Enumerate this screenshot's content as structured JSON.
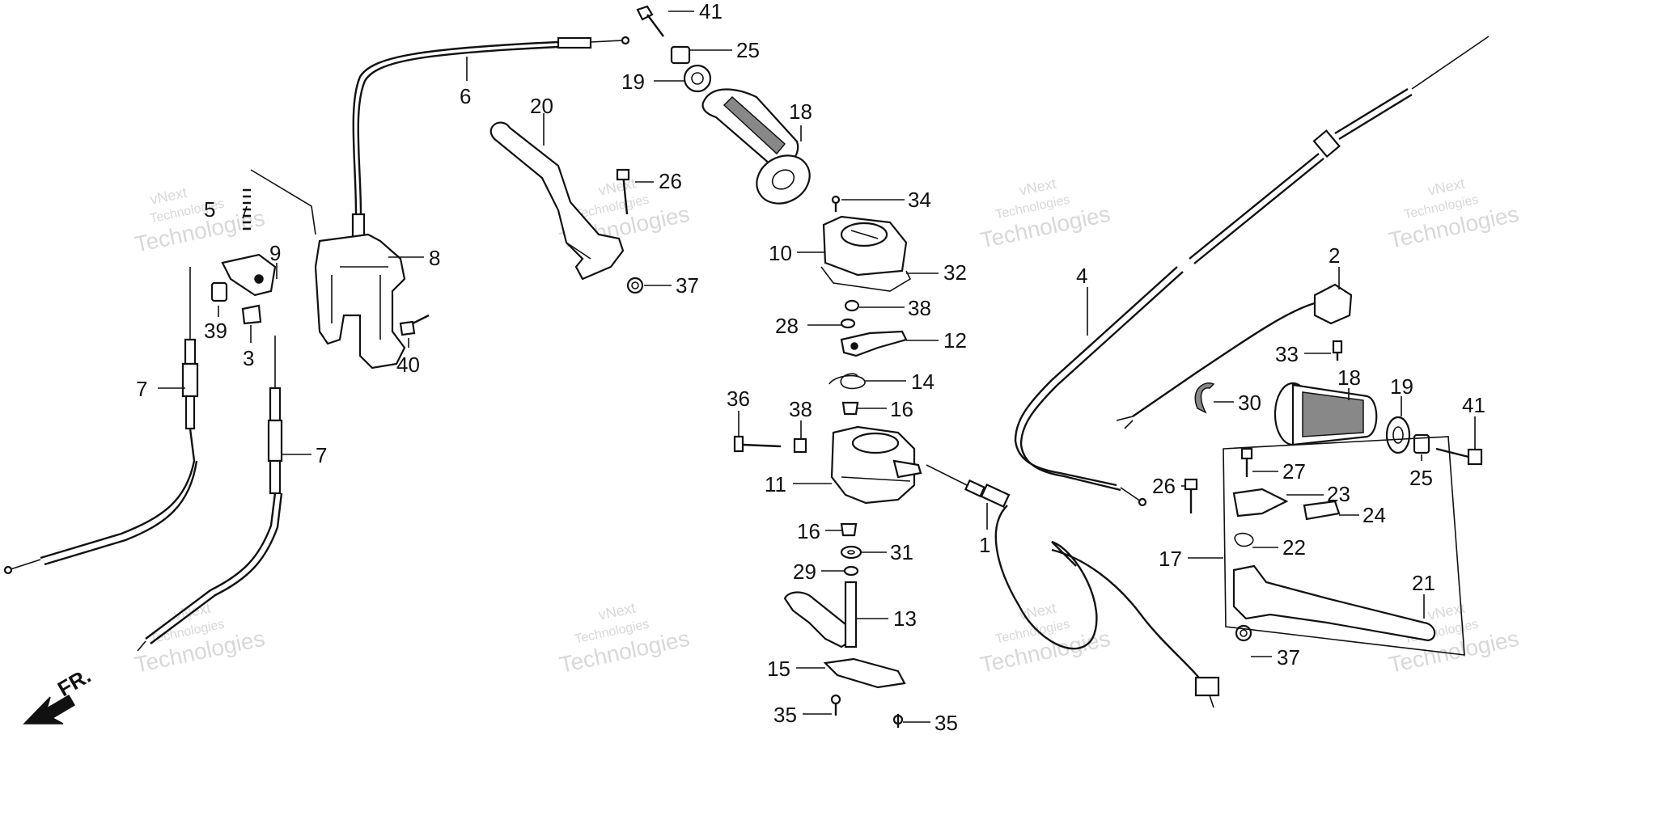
{
  "callouts": [
    "41",
    "25",
    "19",
    "18",
    "6",
    "20",
    "26",
    "5",
    "9",
    "8",
    "39",
    "3",
    "40",
    "7",
    "7",
    "37",
    "34",
    "10",
    "32",
    "38",
    "28",
    "12",
    "14",
    "16",
    "36",
    "38",
    "11",
    "16",
    "31",
    "29",
    "13",
    "15",
    "35",
    "35",
    "4",
    "2",
    "33",
    "30",
    "18",
    "19",
    "41",
    "25",
    "26",
    "27",
    "23",
    "24",
    "17",
    "22",
    "21",
    "37",
    "1"
  ],
  "watermark": {
    "line1": "vNext",
    "line2": "Technologies"
  },
  "direction_label": "FR.",
  "colors": {
    "ink": "#111111",
    "watermark": "#d8d8d8",
    "background": "#ffffff"
  }
}
